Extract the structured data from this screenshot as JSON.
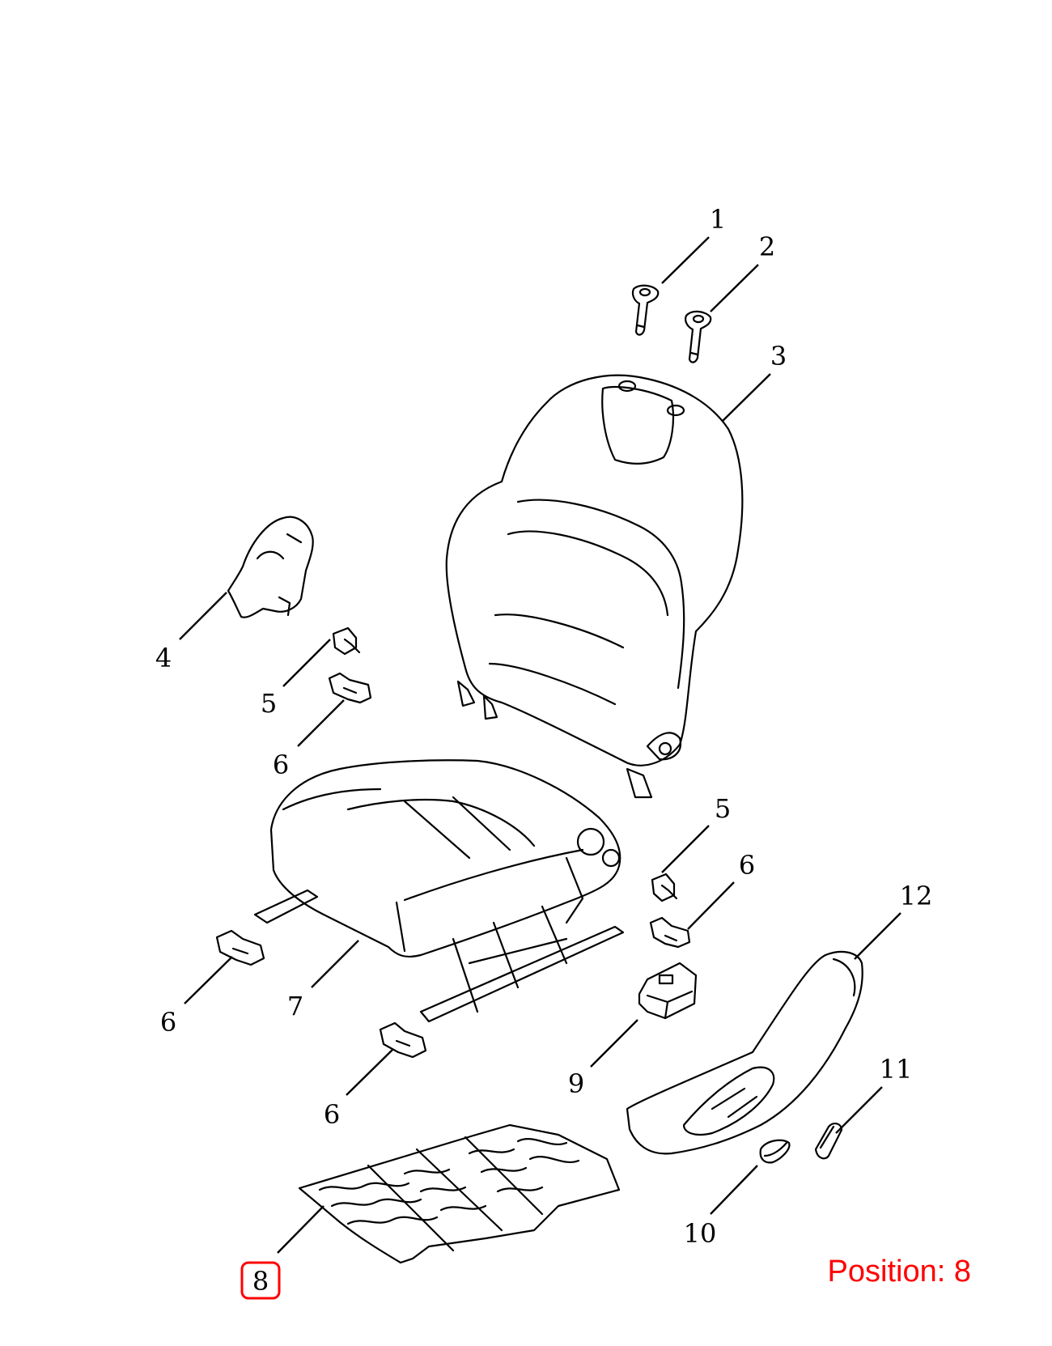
{
  "callouts": {
    "c1": "1",
    "c2": "2",
    "c3": "3",
    "c4": "4",
    "c5a": "5",
    "c5b": "5",
    "c6a": "6",
    "c6b": "6",
    "c6c": "6",
    "c6d": "6",
    "c7": "7",
    "c8": "8",
    "c9": "9",
    "c10": "10",
    "c11": "11",
    "c12": "12"
  },
  "position_label": "Position: 8",
  "colors": {
    "highlight": "#ff0000",
    "line": "#000000"
  }
}
